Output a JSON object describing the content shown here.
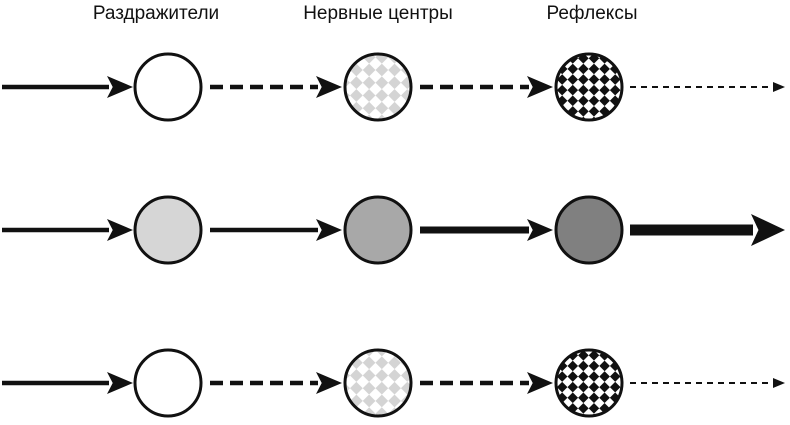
{
  "columns": [
    "Раздражители",
    "Нервные центры",
    "Рефлексы"
  ],
  "colors": {
    "ink": "#111111",
    "checker_light": "#d4d4d4",
    "gray_light": "#d6d6d6",
    "gray_mid": "#a8a8a8",
    "gray_dark": "#808080"
  },
  "rows": [
    {
      "nodes": [
        "empty",
        "checker-light",
        "checker-dark"
      ],
      "links": [
        {
          "style": "solid",
          "weight": "medium"
        },
        {
          "style": "dashed",
          "weight": "medium"
        },
        {
          "style": "dashed",
          "weight": "medium"
        },
        {
          "style": "dotted",
          "weight": "thin"
        }
      ]
    },
    {
      "nodes": [
        "gray-light",
        "gray-mid",
        "gray-dark"
      ],
      "links": [
        {
          "style": "solid",
          "weight": "medium"
        },
        {
          "style": "solid",
          "weight": "medium"
        },
        {
          "style": "solid",
          "weight": "heavy"
        },
        {
          "style": "solid",
          "weight": "extra-heavy"
        }
      ]
    },
    {
      "nodes": [
        "empty",
        "checker-light",
        "checker-dark"
      ],
      "links": [
        {
          "style": "solid",
          "weight": "medium"
        },
        {
          "style": "dashed",
          "weight": "medium"
        },
        {
          "style": "dashed",
          "weight": "medium"
        },
        {
          "style": "dotted",
          "weight": "thin"
        }
      ]
    }
  ]
}
